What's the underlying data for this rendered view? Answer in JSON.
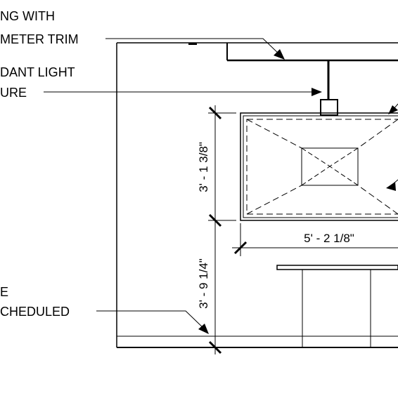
{
  "callouts": {
    "ceiling": {
      "line1": "NG WITH",
      "line2": "METER TRIM"
    },
    "pendant": {
      "line1": "DANT LIGHT",
      "line2": "URE"
    },
    "base": {
      "line1": "E",
      "line2": "CHEDULED"
    }
  },
  "dimensions": {
    "artwork_height": "3' - 1 3/8\"",
    "artwork_width": "5' - 2 1/8\"",
    "mount_height": "3' - 9 1/4\""
  }
}
